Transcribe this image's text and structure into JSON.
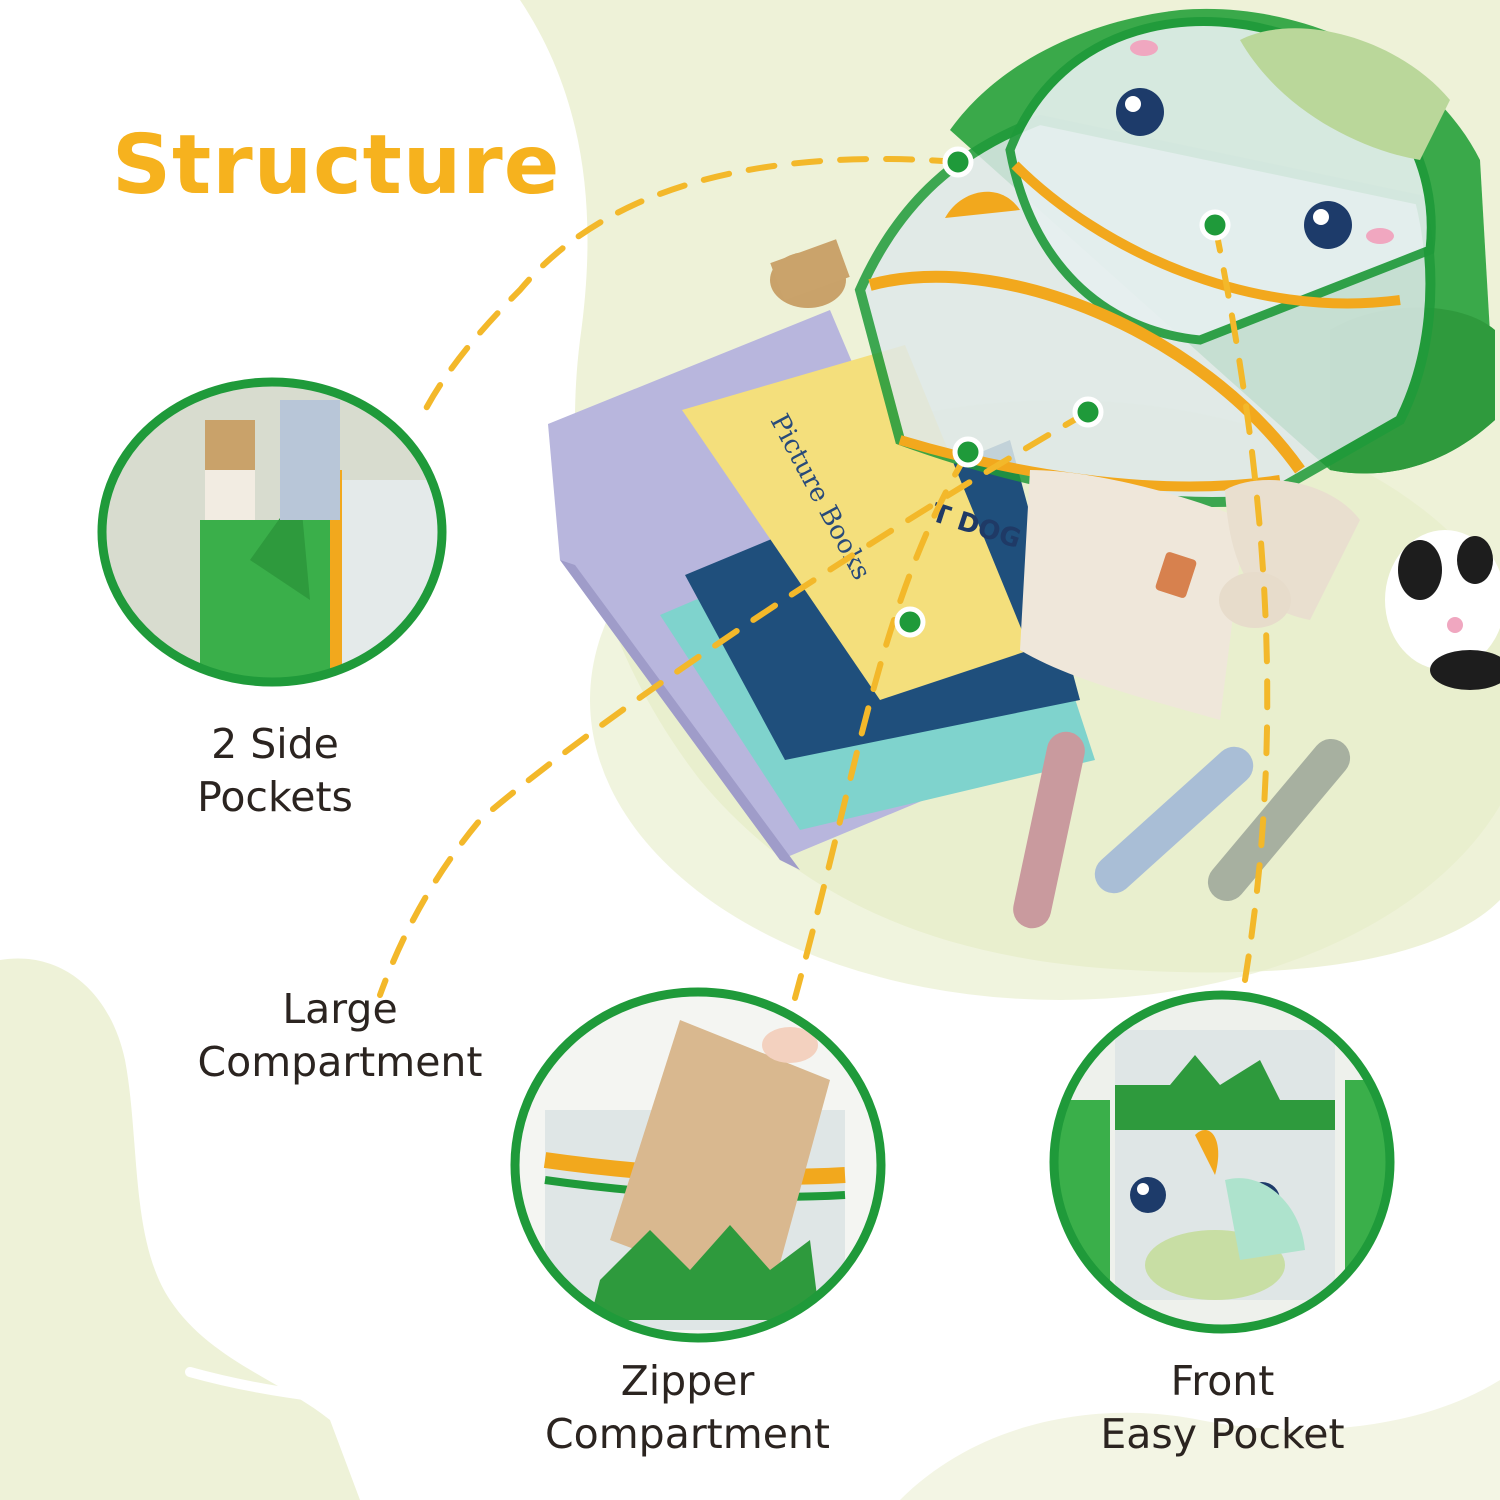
{
  "heading": "Structure",
  "features": {
    "side_pockets": [
      "2 Side",
      "Pockets"
    ],
    "large_compartment": [
      "Large",
      "Compartment"
    ],
    "zipper_compartment": [
      "Zipper",
      "Compartment"
    ],
    "front_pocket": [
      "Front",
      "Easy Pocket"
    ]
  },
  "colors": {
    "accent_orange": "#f6b21e",
    "frame_green": "#1f9a3a",
    "background_tint": "#eef2d8",
    "text_dark": "#2b2420"
  },
  "icons": [
    "callout-dot",
    "dashed-leader-line",
    "backpack-illustration"
  ]
}
